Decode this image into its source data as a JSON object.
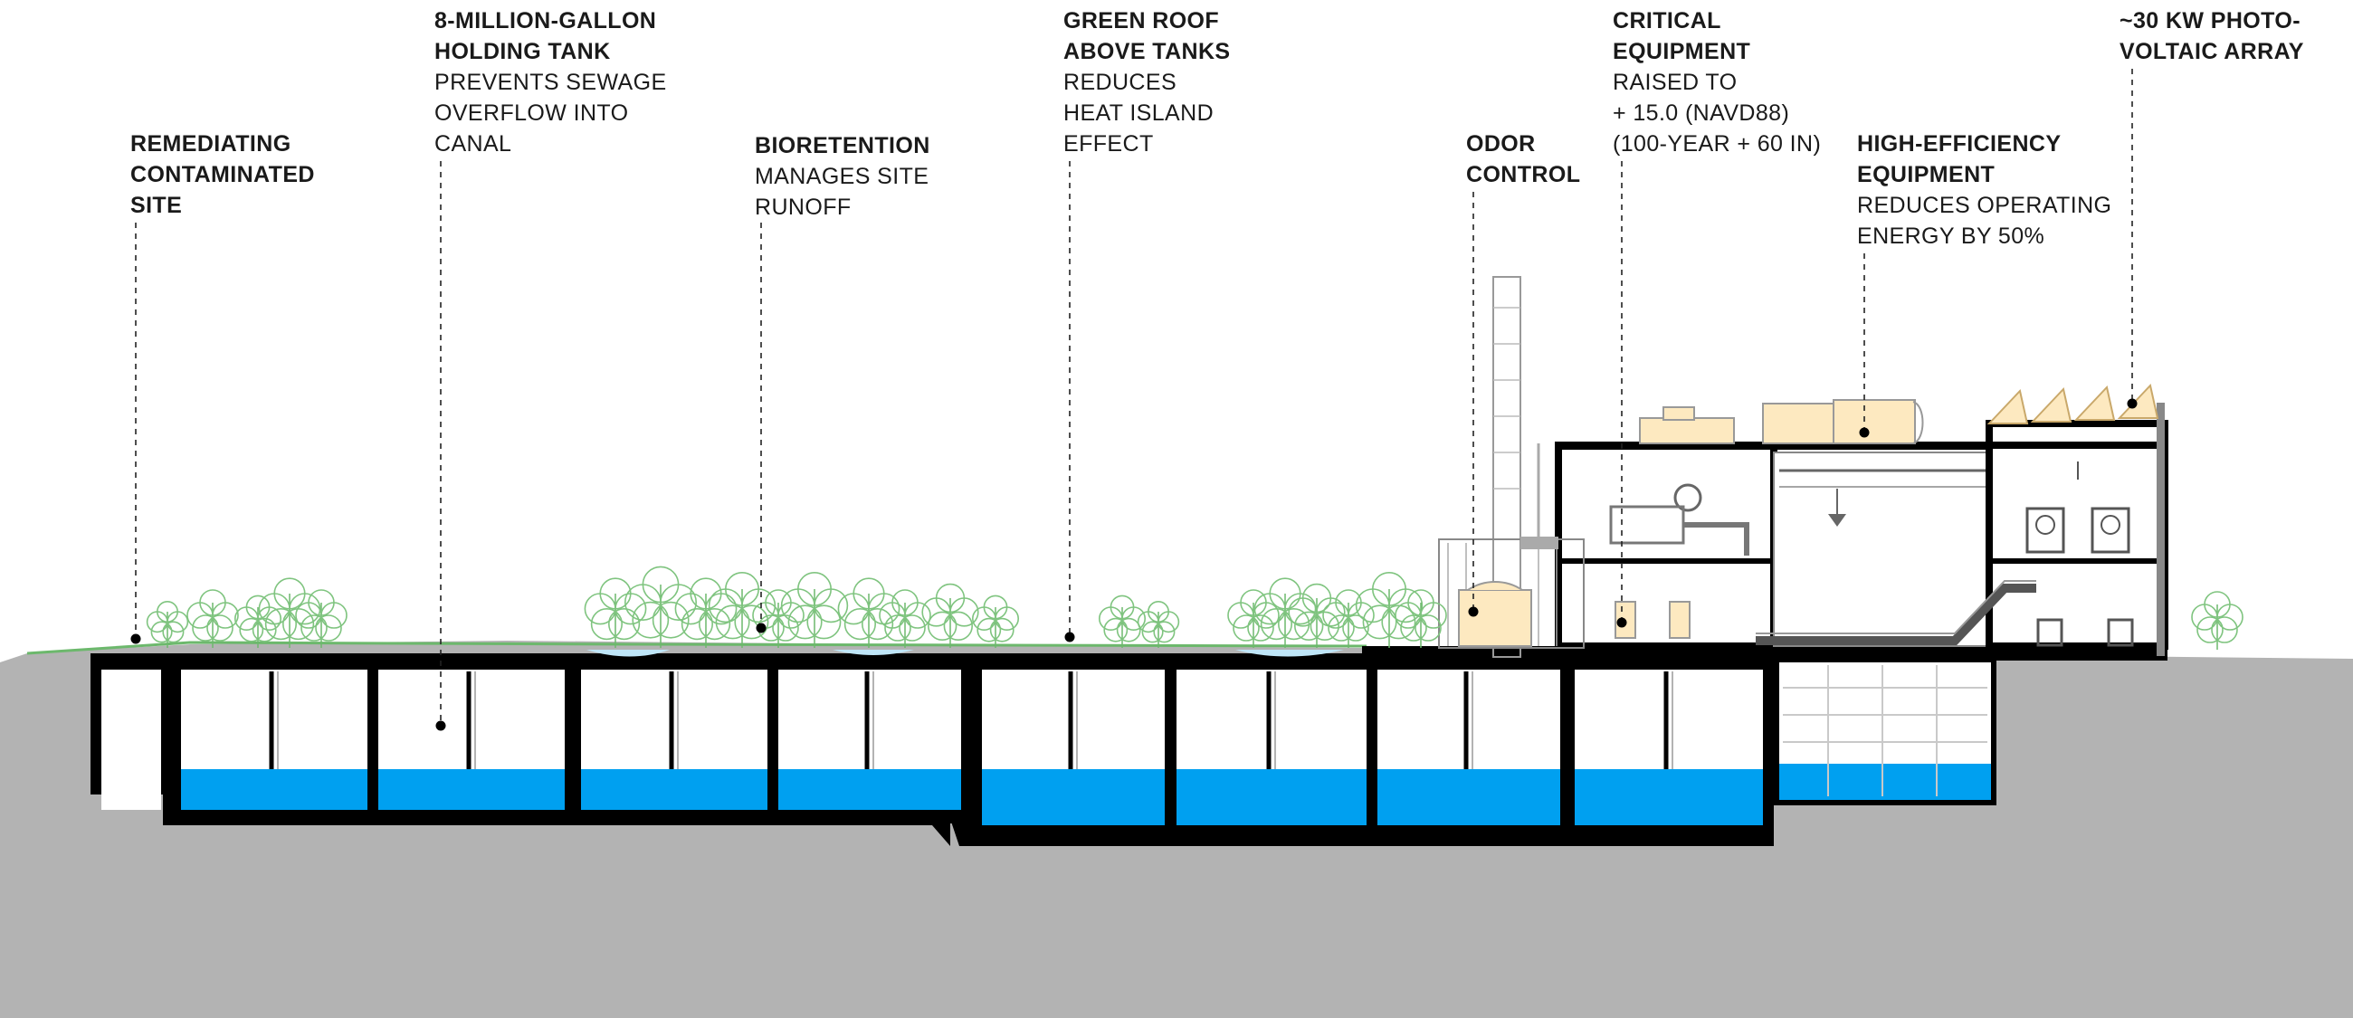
{
  "annotations": [
    {
      "id": "remediating",
      "title_lines": [
        "REMEDIATING",
        "CONTAMINATED",
        "SITE"
      ],
      "desc_lines": []
    },
    {
      "id": "holding-tank",
      "title_lines": [
        "8-MILLION-GALLON",
        "HOLDING TANK"
      ],
      "desc_lines": [
        "PREVENTS SEWAGE",
        "OVERFLOW INTO",
        "CANAL"
      ]
    },
    {
      "id": "bioretention",
      "title_lines": [
        "BIORETENTION"
      ],
      "desc_lines": [
        "MANAGES SITE",
        "RUNOFF"
      ]
    },
    {
      "id": "green-roof",
      "title_lines": [
        "GREEN ROOF",
        "ABOVE TANKS"
      ],
      "desc_lines": [
        "REDUCES",
        "HEAT ISLAND",
        "EFFECT"
      ]
    },
    {
      "id": "odor-control",
      "title_lines": [
        "ODOR",
        "CONTROL"
      ],
      "desc_lines": []
    },
    {
      "id": "critical-equipment",
      "title_lines": [
        "CRITICAL",
        "EQUIPMENT"
      ],
      "desc_lines": [
        "RAISED TO",
        "+ 15.0 (NAVD88)",
        "(100-YEAR + 60 IN)"
      ]
    },
    {
      "id": "high-efficiency",
      "title_lines": [
        "HIGH-EFFICIENCY",
        "EQUIPMENT"
      ],
      "desc_lines": [
        "REDUCES OPERATING",
        "ENERGY BY 50%"
      ]
    },
    {
      "id": "photovoltaic",
      "title_lines": [
        "~30 KW PHOTO-",
        "VOLTAIC ARRAY"
      ],
      "desc_lines": []
    }
  ],
  "colors": {
    "ground": "#b3b3b3",
    "structure": "#000000",
    "water": "#00a0f0",
    "vegetation": "#7fc47f",
    "equipment_fill": "#fde9c0",
    "text": "#1a1a1a"
  }
}
